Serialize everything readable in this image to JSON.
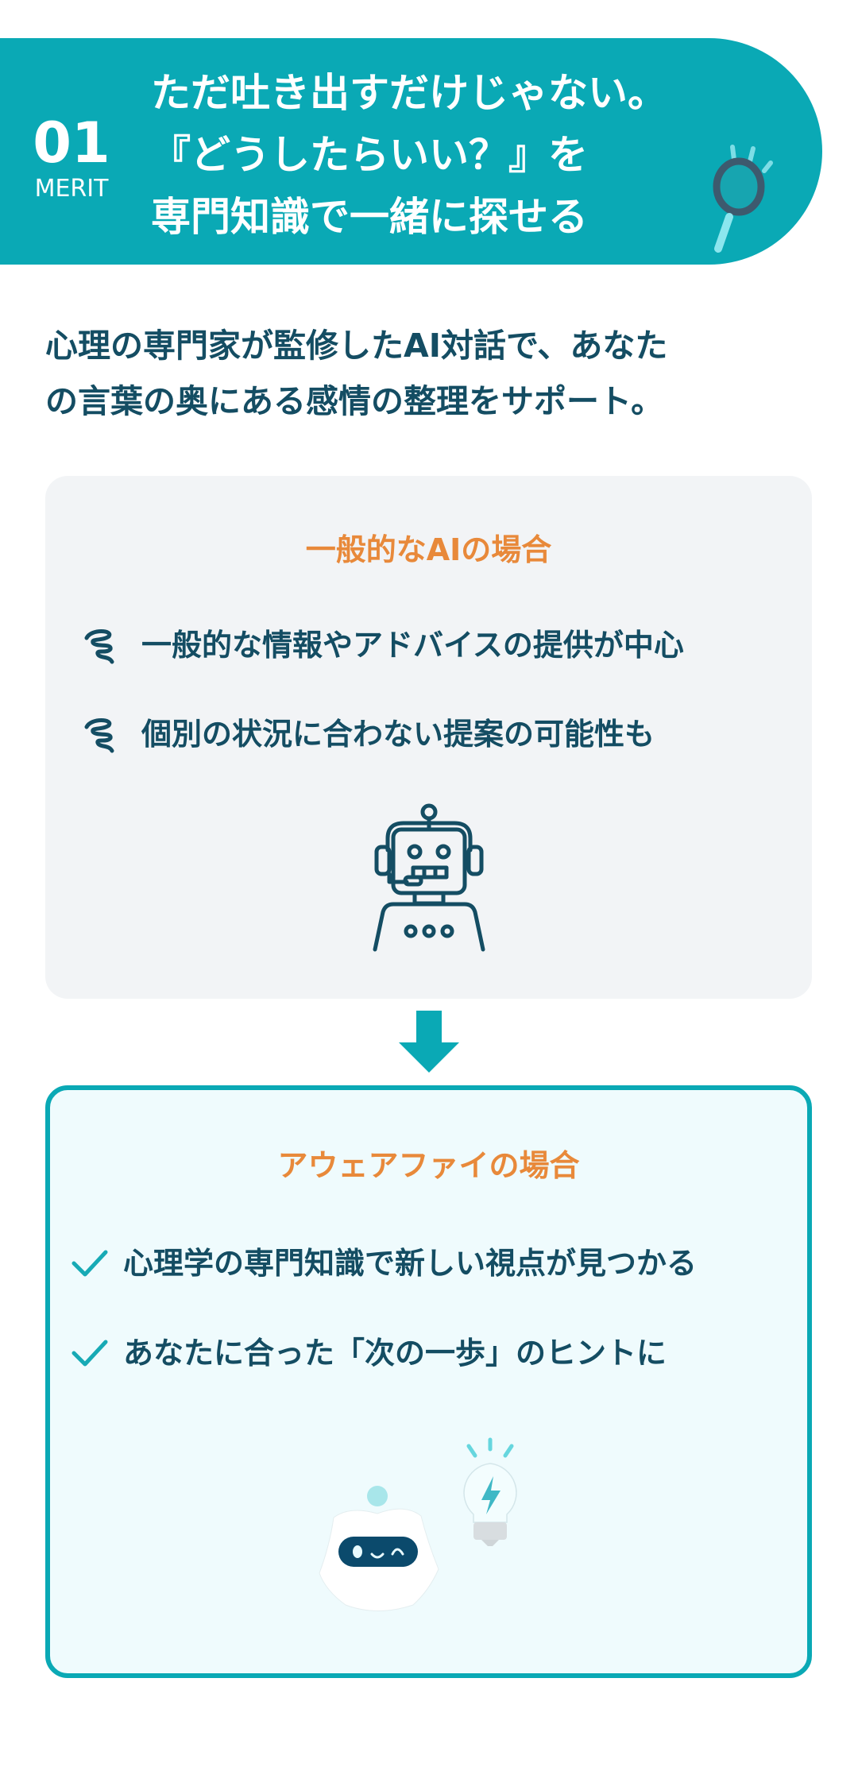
{
  "banner": {
    "number": "01",
    "label": "MERIT",
    "title_lines": [
      "ただ吐き出すだけじゃない。",
      "『どうしたらいい？』を",
      "専門知識で一緒に探せる"
    ],
    "icon": "magnifier-icon",
    "color": "#0aa9b5"
  },
  "intro": {
    "lines": [
      "心理の専門家が監修したAI対話で、あなた",
      "の言葉の奥にある感情の整理をサポート。"
    ]
  },
  "general_ai": {
    "heading": "一般的なAIの場合",
    "items": [
      {
        "icon": "swirl-icon",
        "text": "一般的な情報やアドバイスの提供が中心"
      },
      {
        "icon": "swirl-icon",
        "text": "個別の状況に合わない提案の可能性も"
      }
    ],
    "illustration": "robot-icon"
  },
  "arrow": {
    "icon": "arrow-down-icon"
  },
  "auefai": {
    "heading": "アウェアファイの場合",
    "items": [
      {
        "icon": "check-icon",
        "text": "心理学の専門知識で新しい視点が見つかる"
      },
      {
        "icon": "check-icon",
        "text": "あなたに合った「次の一歩」のヒントに"
      }
    ],
    "illustration": "mascot-with-lightbulb"
  },
  "colors": {
    "accent": "#0aa9b5",
    "heading": "#e8893a",
    "text": "#144d63"
  }
}
